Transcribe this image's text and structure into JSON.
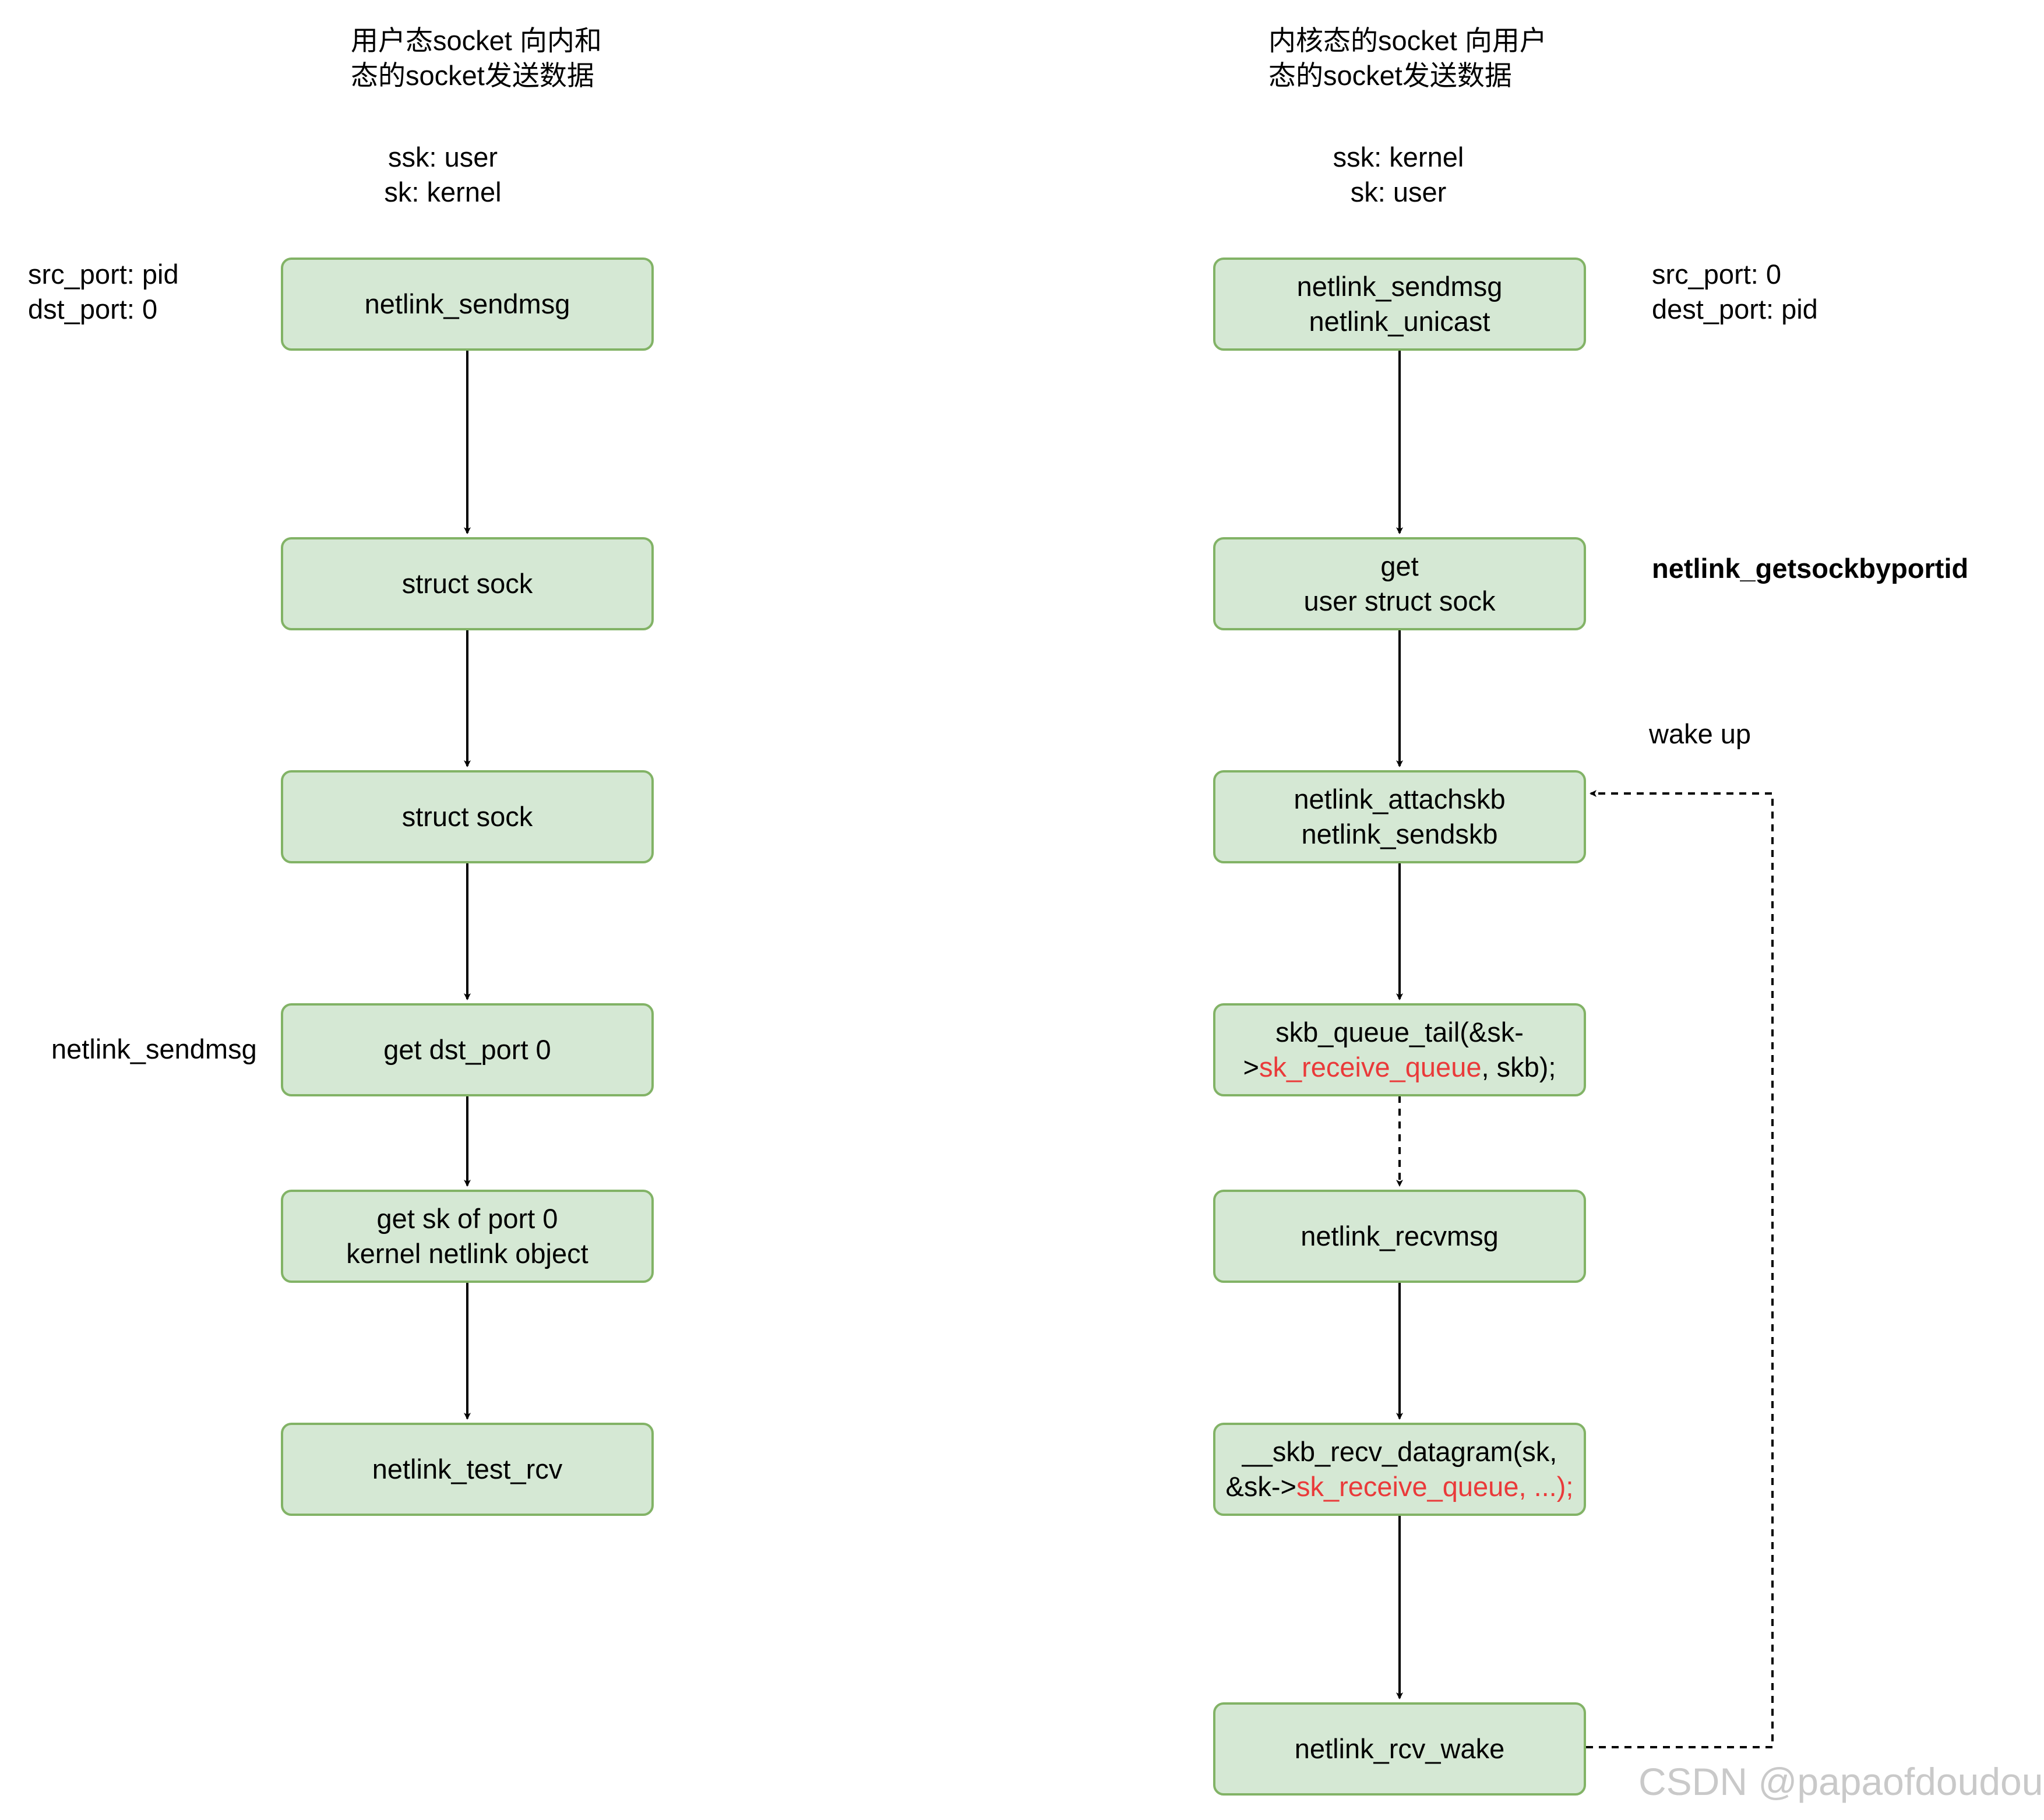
{
  "left": {
    "title": [
      "用户态socket 向内和",
      "态的socket发送数据"
    ],
    "ssk_sk": [
      "ssk: user",
      "sk: kernel"
    ],
    "ports": [
      "src_port: pid",
      "dst_port: 0"
    ],
    "side_label": "netlink_sendmsg",
    "boxes": [
      [
        "netlink_sendmsg"
      ],
      [
        "struct sock"
      ],
      [
        "struct sock"
      ],
      [
        "get dst_port 0"
      ],
      [
        "get sk of port 0",
        "kernel netlink object"
      ],
      [
        "netlink_test_rcv"
      ]
    ]
  },
  "right": {
    "title": [
      "内核态的socket 向用户",
      "态的socket发送数据"
    ],
    "ssk_sk": [
      "ssk: kernel",
      "sk: user"
    ],
    "ports": [
      "src_port: 0",
      "dest_port: pid"
    ],
    "getsock_label": "netlink_getsockbyportid",
    "wake_label": "wake up",
    "boxes": {
      "b1": [
        "netlink_sendmsg",
        "netlink_unicast"
      ],
      "b2": [
        "get",
        "user struct sock"
      ],
      "b3": [
        "netlink_attachskb",
        "netlink_sendskb"
      ],
      "b4": {
        "l1": "skb_queue_tail(&sk-",
        "l2_pre": ">",
        "l2_red": "sk_receive_queue",
        "l2_post": ", skb);"
      },
      "b5": [
        "netlink_recvmsg"
      ],
      "b6": {
        "l1": "__skb_recv_datagram(sk,",
        "l2_pre": "&sk->",
        "l2_red": "sk_receive_queue, ...);"
      },
      "b7": [
        "netlink_rcv_wake"
      ]
    }
  },
  "watermark": "CSDN @papaofdoudou",
  "colors": {
    "box_fill": "#d5e8d4",
    "box_border": "#82b366",
    "highlight": "#ea3a3a"
  }
}
